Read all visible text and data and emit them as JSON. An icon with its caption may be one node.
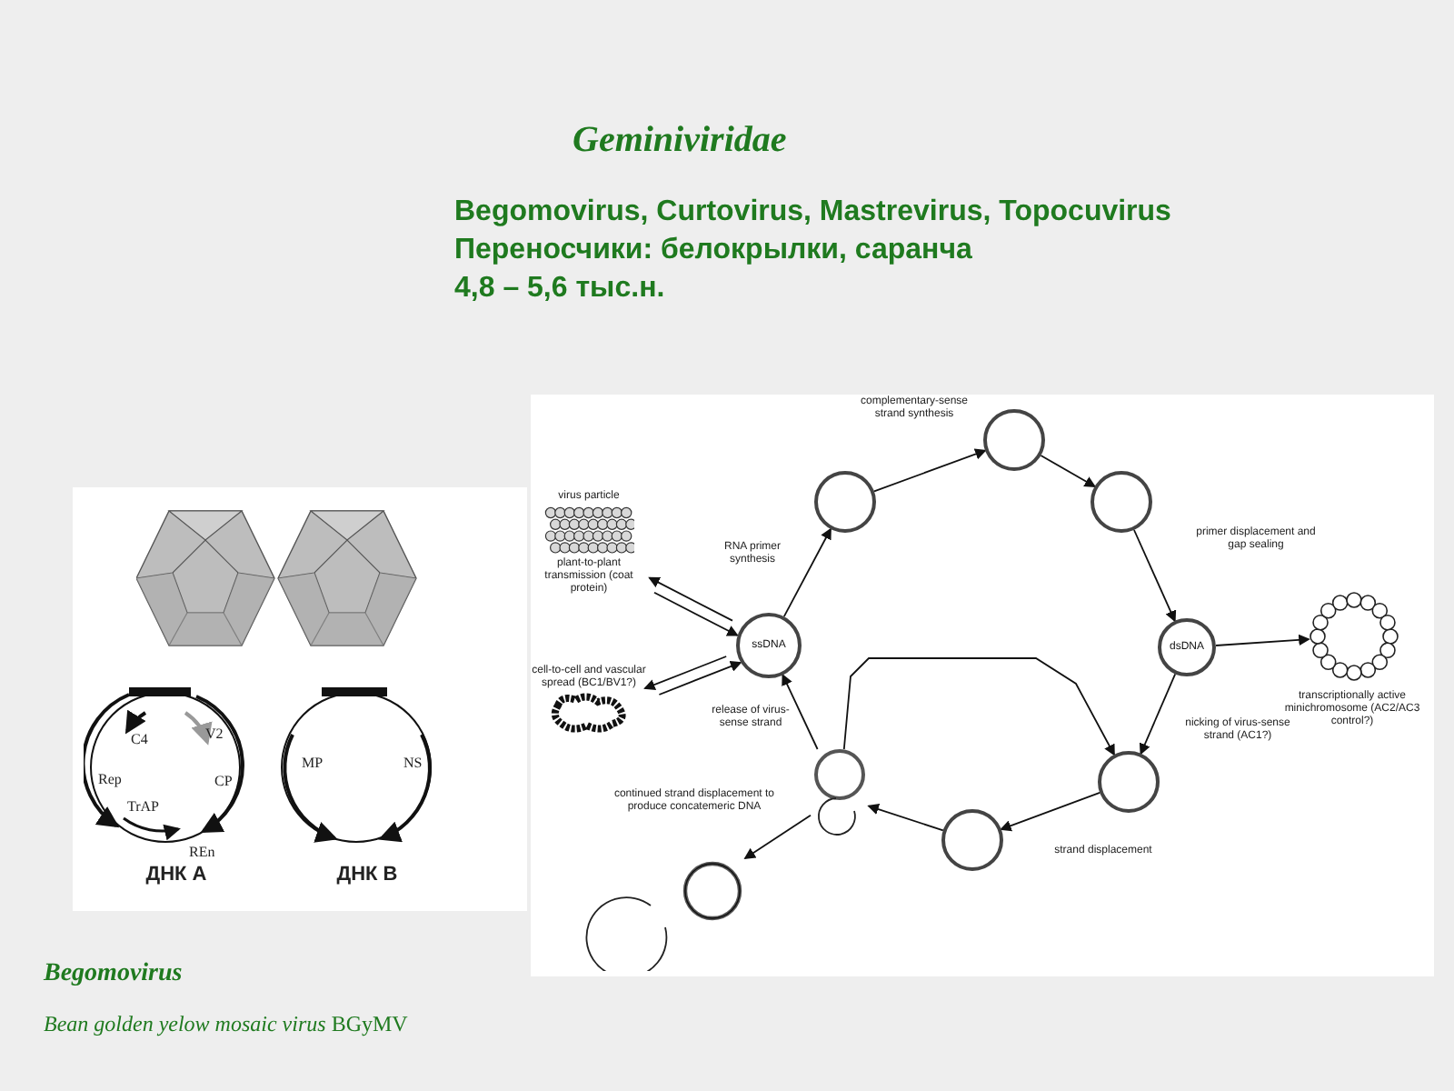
{
  "diagram": {
    "title": "Geminiviridae",
    "nodes": [
      {
        "text": [
          "virus particle",
          "plant-to-plant transmission (coat protein)"
        ]
      },
      {
        "text": [
          "cell-to-cell and vascular spread (BC1/BV1?)"
        ]
      },
      {
        "text": [
          "ssDNA"
        ]
      },
      {
        "text": [],
        "shape": "circle"
      },
      {
        "text": [],
        "shape": "circle"
      },
      {
        "text": [],
        "shape": "circle"
      },
      {
        "text": [
          "dsDNA"
        ]
      },
      {
        "text": [],
        "shape": "picture",
        "beside": [
          "transcriptionally active minichromosome (AC2/AC3 control?)"
        ]
      },
      {
        "text": [],
        "shape": "circle"
      },
      {
        "text": [],
        "shape": "circle"
      },
      {
        "text": [],
        "shape": "circle"
      },
      {
        "text": [],
        "shape": "picture"
      }
    ],
    "edges": [
      {
        "from": 0,
        "to": 2,
        "arrow": "to"
      },
      {
        "from": 2,
        "to": 0,
        "arrow": "to"
      },
      {
        "from": 1,
        "to": 2,
        "arrow": "to"
      },
      {
        "from": 2,
        "to": 1,
        "arrow": "to"
      },
      {
        "from": 2,
        "to": 3,
        "arrow": "to",
        "label": "RNA primer synthesis"
      },
      {
        "from": 3,
        "to": 4,
        "arrow": "to",
        "label": "complementary-sense strand synthesis"
      },
      {
        "from": 4,
        "to": 5,
        "arrow": "to"
      },
      {
        "from": 5,
        "to": 6,
        "arrow": "to",
        "label": "primer displacement and gap sealing"
      },
      {
        "from": 6,
        "to": 7,
        "arrow": "to"
      },
      {
        "from": 6,
        "to": 8,
        "arrow": "to",
        "label": "nicking of virus-sense strand (AC1?)"
      },
      {
        "from": 8,
        "to": 9,
        "arrow": "to",
        "label": "strand displacement"
      },
      {
        "from": 9,
        "to": 10,
        "arrow": "to"
      },
      {
        "from": 10,
        "to": 2,
        "arrow": "to",
        "label": "release of virus-sense strand"
      },
      {
        "from": 10,
        "to": 8,
        "arrow": "to"
      },
      {
        "from": 10,
        "to": 11,
        "arrow": "to",
        "label": "continued strand displacement to produce concatemeric DNA"
      }
    ],
    "labels": [
      "Begomovirus, Curtovirus, Mastrevirus, Topocuvirus",
      "Переносчики: белокрылки, саранча",
      "4,8 – 5,6 тыс.н.",
      "C4",
      "V2",
      "Rep",
      "CP",
      "TrAP",
      "REn",
      "MP",
      "NS",
      "ДНК А",
      "ДНК В",
      "Begomovirus",
      "*Bean golden yelow mosaic virus* BGyMV"
    ]
  }
}
